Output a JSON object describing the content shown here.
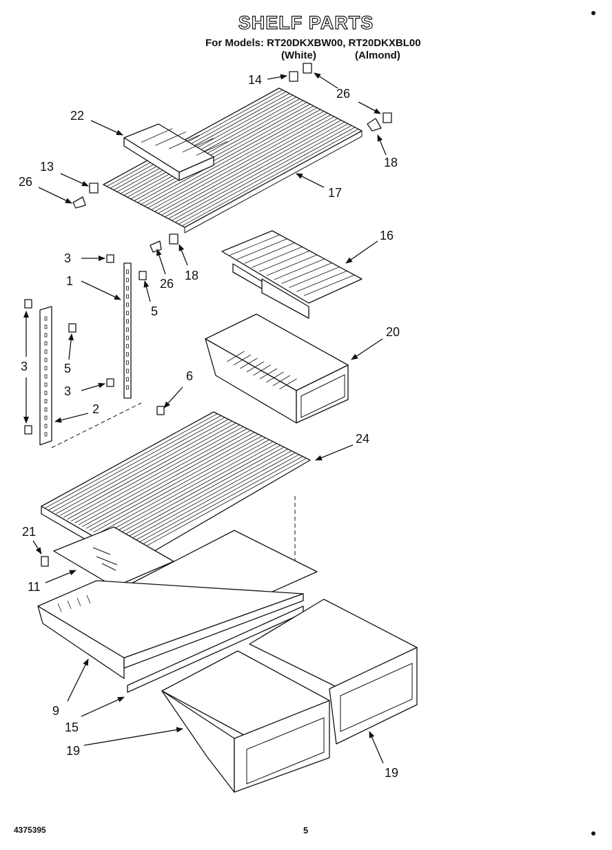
{
  "header": {
    "title": "SHELF PARTS",
    "models_line": "For Models: RT20DKXBW00, RT20DKXBL00",
    "variant_white": "(White)",
    "variant_almond": "(Almond)"
  },
  "footer": {
    "doc_code": "4375395",
    "page_number": "5"
  },
  "callouts": {
    "c1": "1",
    "c2": "2",
    "c3a": "3",
    "c3b": "3",
    "c3c": "3",
    "c5a": "5",
    "c5b": "5",
    "c6": "6",
    "c9": "9",
    "c11": "11",
    "c13": "13",
    "c14": "14",
    "c15": "15",
    "c16": "16",
    "c17": "17",
    "c18a": "18",
    "c18b": "18",
    "c19a": "19",
    "c19b": "19",
    "c20": "20",
    "c21": "21",
    "c22": "22",
    "c24": "24",
    "c26a": "26",
    "c26b": "26",
    "c26c": "26"
  }
}
